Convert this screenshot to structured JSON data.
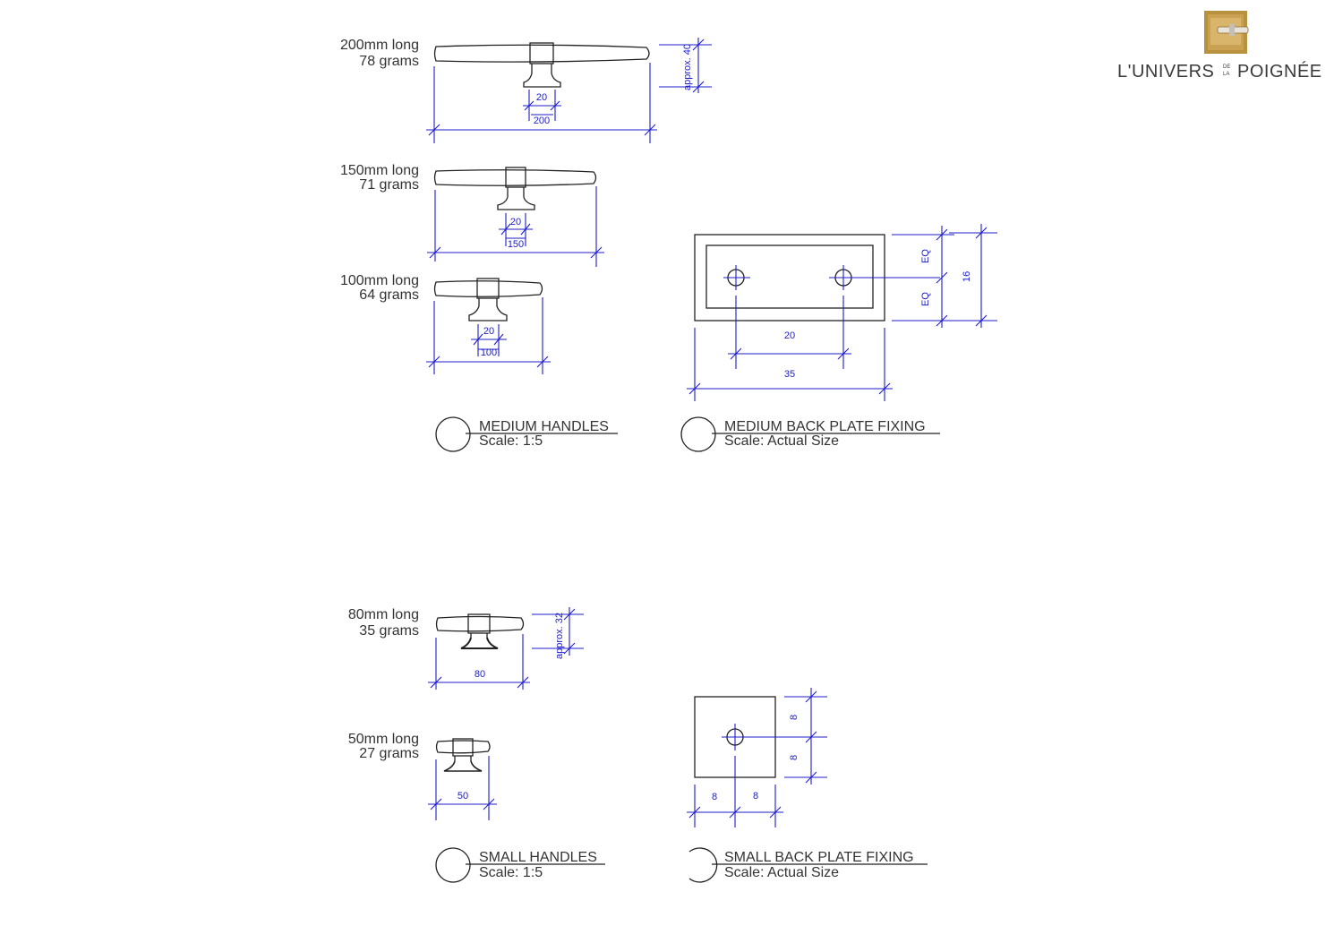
{
  "logo": {
    "part1": "L'UNIVERS",
    "de": "DE",
    "la": "LA",
    "part2": "POIGNÉE",
    "colors": {
      "gold": "#b8913e",
      "gold_light": "#d9b56b",
      "text": "#3a3a3a"
    }
  },
  "colors": {
    "dimension": "#1c1cc8",
    "line": "#222222",
    "text": "#333333"
  },
  "handles": [
    {
      "length": "200mm long",
      "weight": "78 grams",
      "dim_neck": "20",
      "dim_base": "200",
      "dim_height": "approx. 40"
    },
    {
      "length": "150mm long",
      "weight": "71 grams",
      "dim_neck": "20",
      "dim_base": "150"
    },
    {
      "length": "100mm long",
      "weight": "64 grams",
      "dim_neck": "20",
      "dim_base": "100"
    },
    {
      "length": "80mm long",
      "weight": "35 grams",
      "dim_base": "80",
      "dim_height": "approx. 32"
    },
    {
      "length": "50mm long",
      "weight": "27 grams",
      "dim_base": "50"
    }
  ],
  "medium_plate": {
    "dim_holes": "20",
    "dim_width": "35",
    "dim_eq_top": "EQ",
    "dim_eq_bottom": "EQ",
    "dim_height": "16"
  },
  "small_plate": {
    "dim_left": "8",
    "dim_right": "8",
    "dim_top": "8",
    "dim_bottom": "8"
  },
  "titles": {
    "medium_handles": {
      "name": "MEDIUM HANDLES",
      "scale": "Scale: 1:5"
    },
    "medium_plate": {
      "name": "MEDIUM BACK PLATE FIXING",
      "scale": "Scale: Actual Size"
    },
    "small_handles": {
      "name": "SMALL HANDLES",
      "scale": "Scale: 1:5"
    },
    "small_plate": {
      "name": "SMALL BACK PLATE FIXING",
      "scale": "Scale: Actual Size"
    }
  }
}
